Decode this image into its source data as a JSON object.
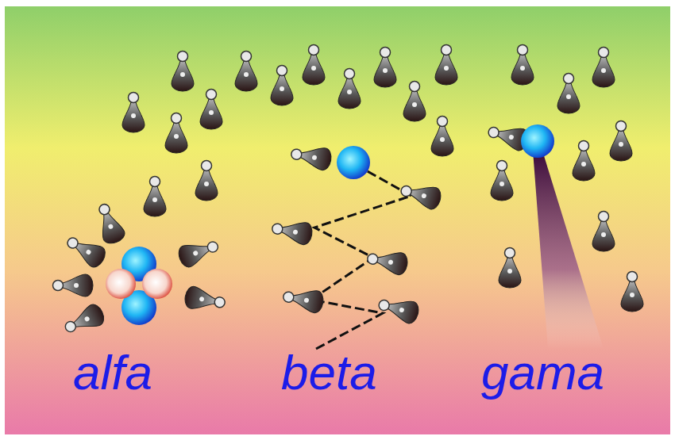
{
  "diagram": {
    "labels": [
      "alfa",
      "beta",
      "gama"
    ]
  }
}
